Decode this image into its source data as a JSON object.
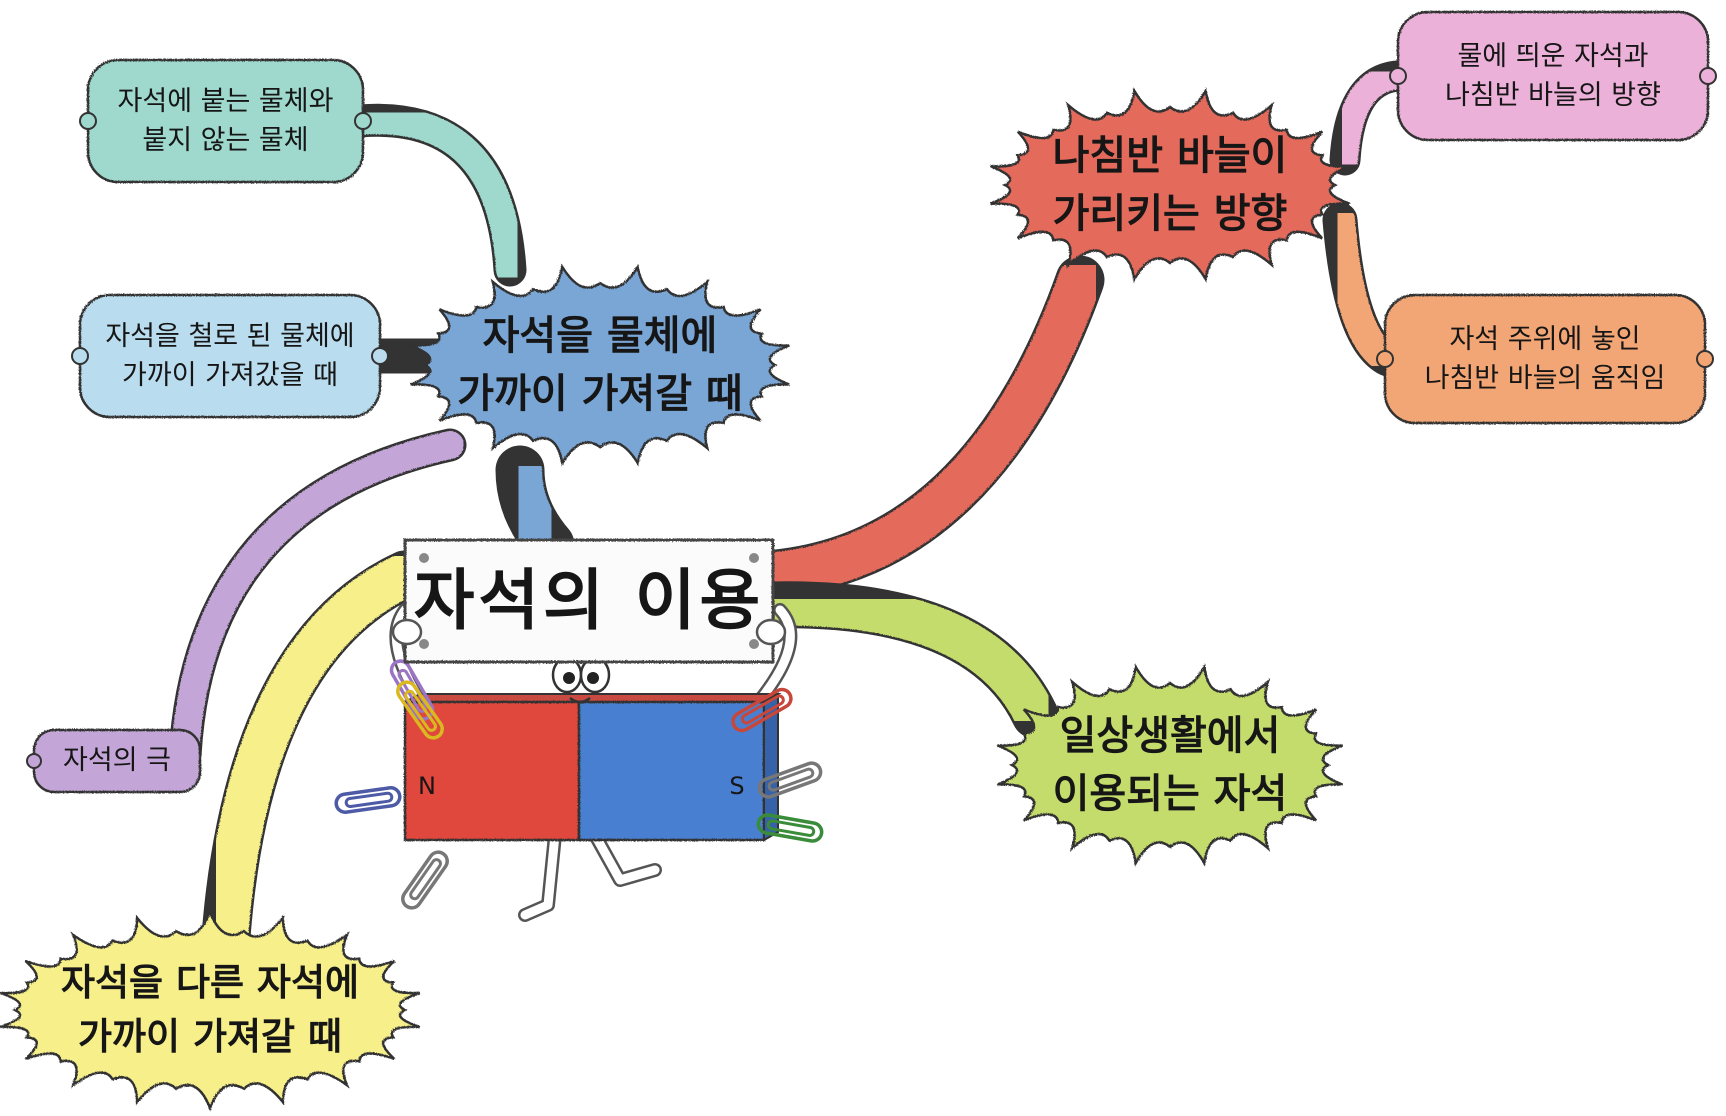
{
  "center": {
    "title": "자석의 이용"
  },
  "branches": {
    "magnet_to_objects": {
      "line1": "자석을 물체에",
      "line2": "가까이 가져갈 때"
    },
    "compass_direction": {
      "line1": "나침반 바늘이",
      "line2": "가리키는 방향"
    },
    "daily_life": {
      "line1": "일상생활에서",
      "line2": "이용되는 자석"
    },
    "magnet_to_magnet": {
      "line1": "자석을 다른 자석에",
      "line2": "가까이 가져갈 때"
    },
    "magnet_poles": {
      "label": "자석의 극"
    }
  },
  "leaves": {
    "stick_or_not": {
      "line1": "자석에 붙는 물체와",
      "line2": "붙지 않는 물체"
    },
    "near_iron": {
      "line1": "자석을 철로 된 물체에",
      "line2": "가까이 가져갔을 때"
    },
    "floating_magnet": {
      "line1": "물에 띄운 자석과",
      "line2": "나침반 바늘의 방향"
    },
    "needle_movement": {
      "line1": "자석 주위에 놓인",
      "line2": "나침반 바늘의 움직임"
    }
  },
  "magnet": {
    "north_label": "N",
    "south_label": "S"
  },
  "colors": {
    "blue": "#7aa6d6",
    "red": "#e46a5b",
    "green": "#c4dc6c",
    "yellow": "#f6ef8a",
    "purple": "#c3a6d7",
    "teal": "#9fd8cc",
    "lightblue": "#b9dcef",
    "pink": "#ecb1d9",
    "orange": "#f3a674",
    "magnet_red": "#e0473c",
    "magnet_blue": "#4a7fd0"
  }
}
